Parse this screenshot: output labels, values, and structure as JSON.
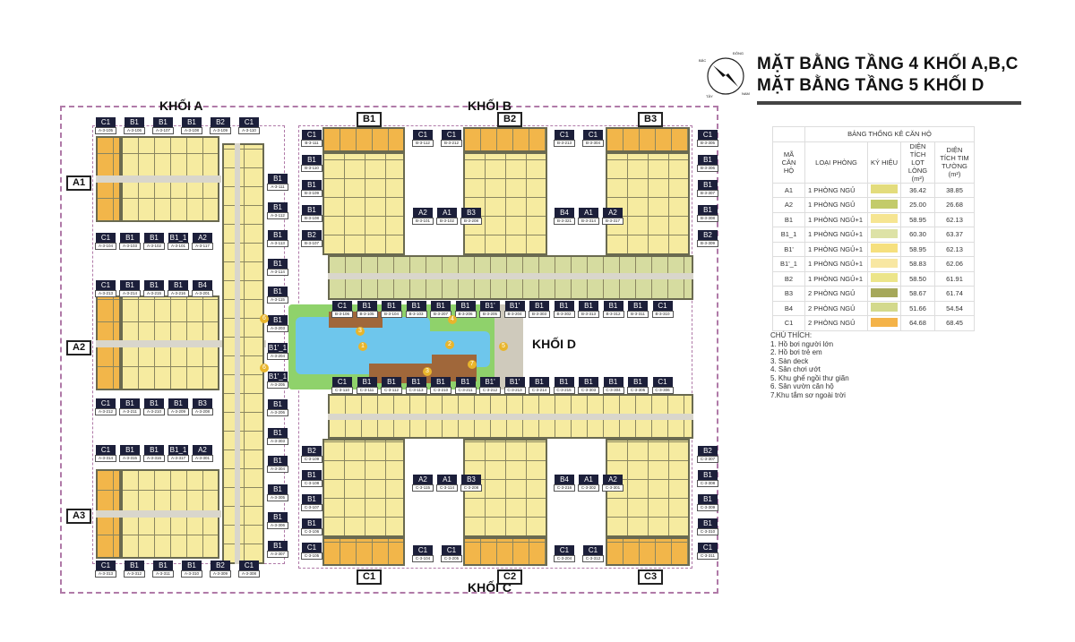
{
  "header": {
    "title_line1": "MẶT BẰNG TẦNG 4 KHỐI A,B,C",
    "title_line2": "MẶT BẰNG TẦNG 5 KHỐI D",
    "compass": {
      "north": "BẮC",
      "east": "ĐÔNG",
      "south": "NAM",
      "west": "TÂY"
    }
  },
  "blocks": {
    "a": "KHỐI A",
    "b": "KHỐI B",
    "c": "KHỐI C",
    "d": "KHỐI D"
  },
  "wings": {
    "a1": "A1",
    "a2": "A2",
    "a3": "A3",
    "b1": "B1",
    "b2": "B2",
    "b3": "B3",
    "c1": "C1",
    "c2": "C2",
    "c3": "C3"
  },
  "pool_markers": [
    "1",
    "2",
    "3",
    "3",
    "4",
    "5",
    "6",
    "6",
    "7"
  ],
  "table": {
    "title": "BẢNG THỐNG KÊ CĂN HỘ",
    "headers": [
      "MÃ CĂN HỘ",
      "LOẠI PHÒNG",
      "KÝ HIỆU",
      "DIỆN TÍCH LỌT LÒNG (m²)",
      "DIỆN TÍCH TIM TƯỜNG (m²)"
    ],
    "rows": [
      {
        "code": "A1",
        "type": "1 PHÒNG NGỦ",
        "color": "#e3dc7c",
        "net": "36.42",
        "gross": "38.85"
      },
      {
        "code": "A2",
        "type": "1 PHÒNG NGỦ",
        "color": "#c3cb6a",
        "net": "25.00",
        "gross": "26.68"
      },
      {
        "code": "B1",
        "type": "1 PHÒNG NGỦ+1",
        "color": "#f6e592",
        "net": "58.95",
        "gross": "62.13"
      },
      {
        "code": "B1_1",
        "type": "1 PHÒNG NGỦ+1",
        "color": "#dde2a6",
        "net": "60.30",
        "gross": "63.37"
      },
      {
        "code": "B1'",
        "type": "1 PHÒNG NGỦ+1",
        "color": "#f6e07e",
        "net": "58.95",
        "gross": "62.13"
      },
      {
        "code": "B1'_1",
        "type": "1 PHÒNG NGỦ+1",
        "color": "#f8e7a2",
        "net": "58.83",
        "gross": "62.06"
      },
      {
        "code": "B2",
        "type": "1 PHÒNG NGỦ+1",
        "color": "#ece58a",
        "net": "58.50",
        "gross": "61.91"
      },
      {
        "code": "B3",
        "type": "2 PHÒNG NGỦ",
        "color": "#a6a85a",
        "net": "58.67",
        "gross": "61.74"
      },
      {
        "code": "B4",
        "type": "2 PHÒNG NGỦ",
        "color": "#d3d98c",
        "net": "51.66",
        "gross": "54.54"
      },
      {
        "code": "C1",
        "type": "2 PHÒNG NGỦ",
        "color": "#f4b349",
        "net": "64.68",
        "gross": "68.45"
      }
    ]
  },
  "legend": {
    "title": "CHÚ THÍCH:",
    "items": [
      "1. Hồ bơi người lớn",
      "2. Hồ bơi trẻ em",
      "3. Sàn deck",
      "4. Sân chơi ướt",
      "5. Khu ghế ngồi thư giãn",
      "6. Sân vườn căn hộ",
      "7.Khu tắm sơ ngoài trời"
    ]
  },
  "tags": {
    "a_top": [
      {
        "t": "C1",
        "c": "A-3-105"
      },
      {
        "t": "B1",
        "c": "A-3-106"
      },
      {
        "t": "B1",
        "c": "A-3-107"
      },
      {
        "t": "B1",
        "c": "A-3-108"
      },
      {
        "t": "B2",
        "c": "A-3-109"
      },
      {
        "t": "C1",
        "c": "A-3-110"
      }
    ],
    "a_row2": [
      {
        "t": "C1",
        "c": "A-3-104"
      },
      {
        "t": "B1",
        "c": "A-3-103"
      },
      {
        "t": "B1",
        "c": "A-3-102"
      },
      {
        "t": "B1_1",
        "c": "A-3-101"
      },
      {
        "t": "A2",
        "c": "A-3-117"
      }
    ],
    "a_row3": [
      {
        "t": "C1",
        "c": "A-3-213"
      },
      {
        "t": "B1",
        "c": "A-3-214"
      },
      {
        "t": "B1",
        "c": "A-3-215"
      },
      {
        "t": "B1",
        "c": "A-3-216"
      },
      {
        "t": "B4",
        "c": "A-3-201"
      }
    ],
    "a_row4": [
      {
        "t": "C1",
        "c": "A-3-212"
      },
      {
        "t": "B1",
        "c": "A-3-211"
      },
      {
        "t": "B1",
        "c": "A-3-210"
      },
      {
        "t": "B1",
        "c": "A-3-209"
      },
      {
        "t": "B3",
        "c": "A-3-208"
      }
    ],
    "a_row5": [
      {
        "t": "C1",
        "c": "A-3-314"
      },
      {
        "t": "B1",
        "c": "A-3-315"
      },
      {
        "t": "B1",
        "c": "A-3-316"
      },
      {
        "t": "B1_1",
        "c": "A-3-317"
      },
      {
        "t": "A2",
        "c": "A-3-301"
      }
    ],
    "a_bottom": [
      {
        "t": "C1",
        "c": "A-3-313"
      },
      {
        "t": "B1",
        "c": "A-3-312"
      },
      {
        "t": "B1",
        "c": "A-3-311"
      },
      {
        "t": "B1",
        "c": "A-3-310"
      },
      {
        "t": "B2",
        "c": "A-3-309"
      },
      {
        "t": "C1",
        "c": "A-3-308"
      }
    ],
    "a_right": [
      {
        "t": "B1",
        "c": "A-3-111"
      },
      {
        "t": "B1",
        "c": "A-3-112"
      },
      {
        "t": "B1",
        "c": "A-3-113"
      },
      {
        "t": "B1",
        "c": "A-3-114"
      },
      {
        "t": "B1",
        "c": "A-3-115"
      },
      {
        "t": "B1",
        "c": "A-3-203"
      },
      {
        "t": "B1'_1",
        "c": "A-3-204"
      },
      {
        "t": "B1'_1",
        "c": "A-3-205"
      },
      {
        "t": "B1",
        "c": "A-3-206"
      },
      {
        "t": "B1",
        "c": "A-3-303"
      },
      {
        "t": "B1",
        "c": "A-3-304"
      },
      {
        "t": "B1",
        "c": "A-3-305"
      },
      {
        "t": "B1",
        "c": "A-3-306"
      },
      {
        "t": "B1",
        "c": "A-3-307"
      }
    ],
    "b_left": [
      {
        "t": "C1",
        "c": "B-3-111"
      },
      {
        "t": "B1",
        "c": "B-3-110"
      },
      {
        "t": "B1",
        "c": "B-3-109"
      },
      {
        "t": "B1",
        "c": "B-3-108"
      },
      {
        "t": "B2",
        "c": "B-3-107"
      }
    ],
    "b_mid1": [
      {
        "t": "C1",
        "c": "B-3-112"
      },
      {
        "t": "C1",
        "c": "B-3-212"
      }
    ],
    "b_mid2": [
      {
        "t": "C1",
        "c": "B-3-213"
      },
      {
        "t": "C1",
        "c": "B-3-304"
      }
    ],
    "b_in1": [
      {
        "t": "A2",
        "c": "B-3-101"
      },
      {
        "t": "A1",
        "c": "B-3-102"
      },
      {
        "t": "B3",
        "c": "B-3-208"
      }
    ],
    "b_in2": [
      {
        "t": "B4",
        "c": "B-3-321"
      },
      {
        "t": "A1",
        "c": "B-3-314"
      },
      {
        "t": "A2",
        "c": "B-3-317"
      }
    ],
    "b_right": [
      {
        "t": "C1",
        "c": "B-3-305"
      },
      {
        "t": "B1",
        "c": "B-3-306"
      },
      {
        "t": "B1",
        "c": "B-3-307"
      },
      {
        "t": "B1",
        "c": "B-3-308"
      },
      {
        "t": "B2",
        "c": "B-3-309"
      }
    ],
    "d_top": [
      {
        "t": "C1",
        "c": "B-3-106"
      },
      {
        "t": "B1",
        "c": "B-3-105"
      },
      {
        "t": "B1",
        "c": "B-3-104"
      },
      {
        "t": "B1",
        "c": "B-3-103"
      },
      {
        "t": "B1",
        "c": "B-3-207"
      },
      {
        "t": "B1",
        "c": "B-3-206"
      },
      {
        "t": "B1'",
        "c": "B-3-205"
      },
      {
        "t": "B1'",
        "c": "B-3-204"
      },
      {
        "t": "B1",
        "c": "B-3-303"
      },
      {
        "t": "B1",
        "c": "B-3-302"
      },
      {
        "t": "B1",
        "c": "B-3-313"
      },
      {
        "t": "B1",
        "c": "B-3-312"
      },
      {
        "t": "B1",
        "c": "B-3-311"
      },
      {
        "t": "C1",
        "c": "B-3-310"
      }
    ],
    "d_bottom": [
      {
        "t": "C1",
        "c": "C-3-110"
      },
      {
        "t": "B1",
        "c": "C-3-111"
      },
      {
        "t": "B1",
        "c": "C-3-112"
      },
      {
        "t": "B1",
        "c": "C-3-113"
      },
      {
        "t": "B1",
        "c": "C-3-210"
      },
      {
        "t": "B1",
        "c": "C-3-211"
      },
      {
        "t": "B1'",
        "c": "C-3-212"
      },
      {
        "t": "B1'",
        "c": "C-3-213"
      },
      {
        "t": "B1",
        "c": "C-3-214"
      },
      {
        "t": "B1",
        "c": "C-3-215"
      },
      {
        "t": "B1",
        "c": "C-3-303"
      },
      {
        "t": "B1",
        "c": "C-3-304"
      },
      {
        "t": "B1",
        "c": "C-3-305"
      },
      {
        "t": "C1",
        "c": "C-3-306"
      }
    ],
    "c_left": [
      {
        "t": "B2",
        "c": "C-3-109"
      },
      {
        "t": "B1",
        "c": "C-3-108"
      },
      {
        "t": "B1",
        "c": "C-3-107"
      },
      {
        "t": "B1",
        "c": "C-3-106"
      },
      {
        "t": "C1",
        "c": "C-3-105"
      }
    ],
    "c_in1": [
      {
        "t": "A2",
        "c": "C-3-115"
      },
      {
        "t": "A1",
        "c": "C-3-114"
      },
      {
        "t": "B3",
        "c": "C-3-208"
      }
    ],
    "c_in2": [
      {
        "t": "B4",
        "c": "C-3-216"
      },
      {
        "t": "A1",
        "c": "C-3-302"
      },
      {
        "t": "A2",
        "c": "C-3-301"
      }
    ],
    "c_mid1": [
      {
        "t": "C1",
        "c": "C-3-104"
      },
      {
        "t": "C1",
        "c": "C-3-205"
      }
    ],
    "c_mid2": [
      {
        "t": "C1",
        "c": "C-3-204"
      },
      {
        "t": "C1",
        "c": "C-3-312"
      }
    ],
    "c_right": [
      {
        "t": "B2",
        "c": "C-3-307"
      },
      {
        "t": "B1",
        "c": "C-3-308"
      },
      {
        "t": "B1",
        "c": "C-3-309"
      },
      {
        "t": "B1",
        "c": "C-3-310"
      },
      {
        "t": "C1",
        "c": "C-3-311"
      }
    ]
  }
}
